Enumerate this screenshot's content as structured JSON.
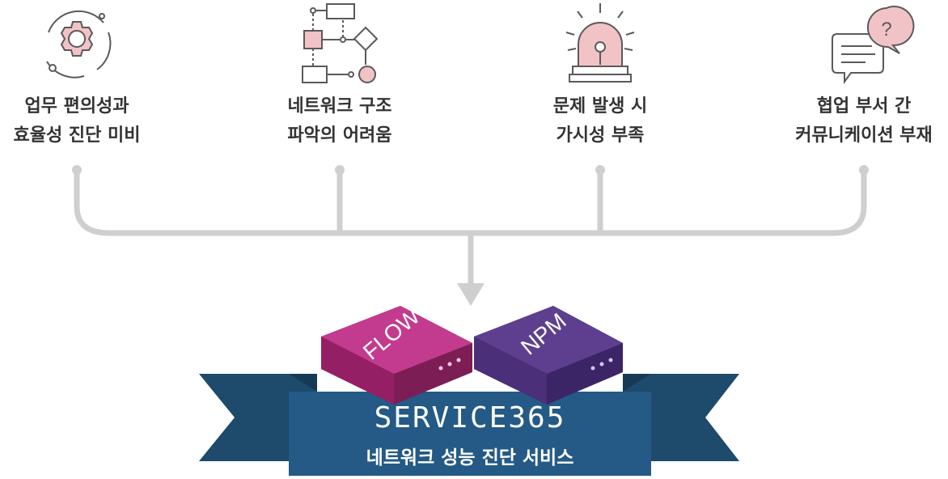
{
  "issues": [
    {
      "icon": "gear-icon",
      "line1": "업무 편의성과",
      "line2": "효율성 진단 미비"
    },
    {
      "icon": "flowchart-icon",
      "line1": "네트워크 구조",
      "line2": "파악의 어려움"
    },
    {
      "icon": "alarm-siren-icon",
      "line1": "문제 발생 시",
      "line2": "가시성 부족"
    },
    {
      "icon": "chat-question-icon",
      "line1": "협업 부서 간",
      "line2": "커뮤니케이션 부재"
    }
  ],
  "products": [
    {
      "label": "FLOW",
      "color": "#c23b8e"
    },
    {
      "label": "NPM",
      "color": "#5e3f8f"
    }
  ],
  "banner": {
    "title": "SERVICE365",
    "subtitle": "네트워크 성능 진단 서비스",
    "color": "#245a85"
  },
  "colors": {
    "accent_pink": "#e9aab0",
    "line": "#cfcfcf",
    "icon_stroke": "#5a5a5a"
  }
}
